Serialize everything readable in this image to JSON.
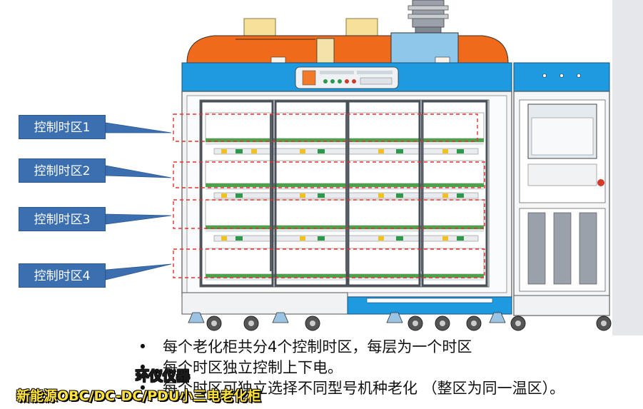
{
  "zone_labels": [
    "控制时区1",
    "控制时区2",
    "控制时区3",
    "控制时区4"
  ],
  "bullets": [
    "每个老化柜共分4个控制时区，每层为一个时区",
    "每个时区独立控制上下电。",
    "每个时区可独立选择不同型号机种老化 （整区为同一温区）。"
  ],
  "bullet_symbol": "•",
  "overlay": {
    "brand": "环仪仪器",
    "subtitle": "新能源OBC/DC-DC/PDU小三电老化柜"
  },
  "colors": {
    "frame_blue": "#1e9be0",
    "hood_orange": "#ef6a1a",
    "label_blue": "#3b6fb0",
    "dashed_red": "#e5322b",
    "shelf_green": "#4ca24a",
    "overlay_yellow": "#ffe23a"
  }
}
